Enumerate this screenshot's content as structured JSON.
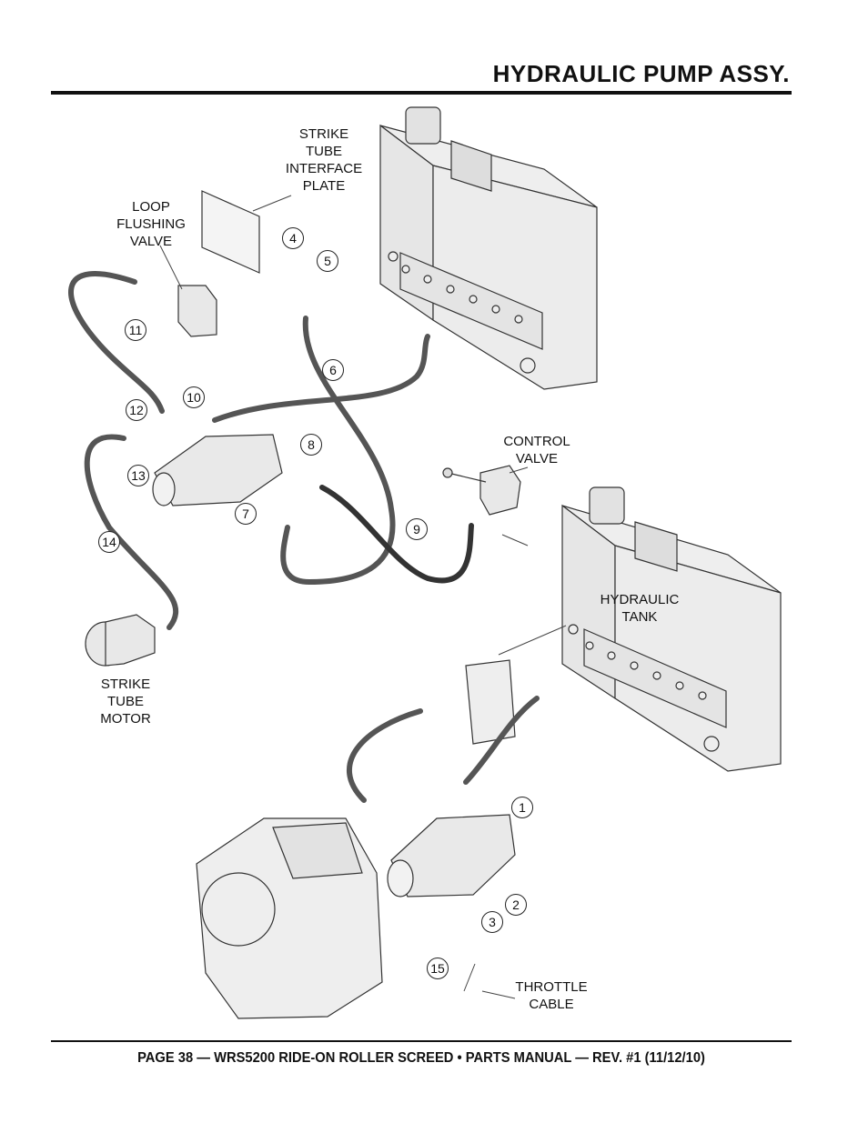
{
  "header": {
    "title": "HYDRAULIC PUMP ASSY."
  },
  "footer": {
    "text": "PAGE 38 — WRS5200 RIDE-ON ROLLER SCREED • PARTS MANUAL — REV. #1 (11/12/10)"
  },
  "labels": {
    "strike_tube_plate": "STRIKE\nTUBE\nINTERFACE\nPLATE",
    "loop_flushing_valve": "LOOP\nFLUSHING\nVALVE",
    "control_valve": "CONTROL\nVALVE",
    "hydraulic_tank": "HYDRAULIC\nTANK",
    "strike_tube_motor": "STRIKE\nTUBE\nMOTOR",
    "throttle_cable": "THROTTLE\nCABLE"
  },
  "callouts": [
    "1",
    "2",
    "3",
    "4",
    "5",
    "6",
    "7",
    "8",
    "9",
    "10",
    "11",
    "12",
    "13",
    "14",
    "15"
  ]
}
